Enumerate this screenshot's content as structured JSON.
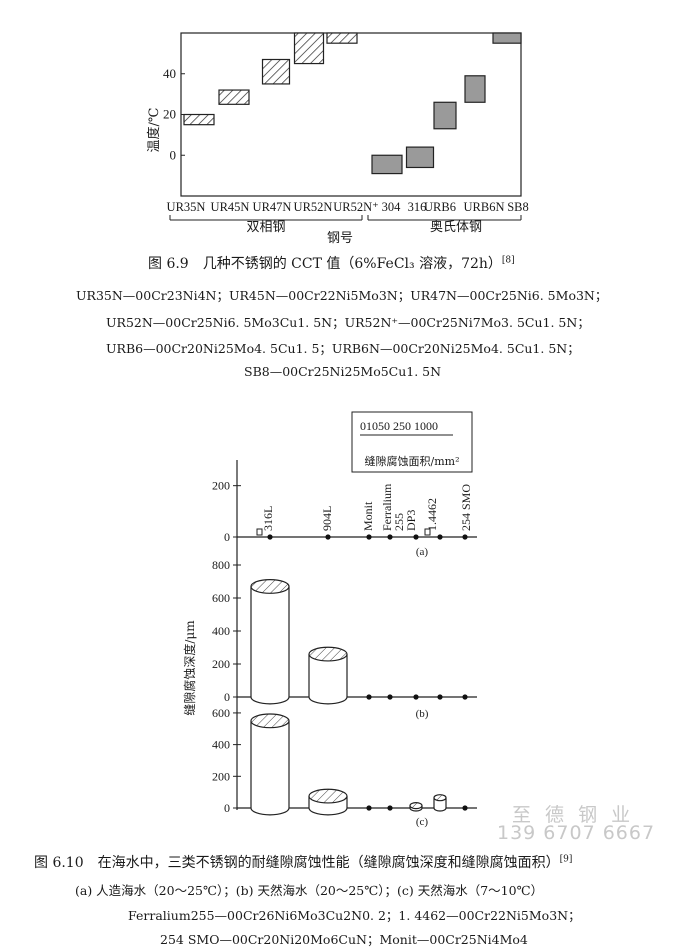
{
  "fig69": {
    "chart_data": {
      "type": "bar",
      "title": "",
      "ylabel": "温度/℃",
      "xlabel": "钢号",
      "ylim": [
        -20,
        60
      ],
      "yticks": [
        "40",
        "20",
        "0"
      ],
      "categories": [
        "UR35N",
        "UR45N",
        "UR47N",
        "UR52N",
        "UR52N⁺",
        "304",
        "316",
        "URB6",
        "URB6N",
        "SB8"
      ],
      "ranges": [
        [
          15,
          20
        ],
        [
          25,
          32
        ],
        [
          35,
          47
        ],
        [
          45,
          60
        ],
        [
          55,
          60
        ],
        [
          -9,
          0
        ],
        [
          -6,
          4
        ],
        [
          13,
          26
        ],
        [
          26,
          39
        ],
        [
          55,
          60
        ]
      ],
      "groups": [
        "双相钢",
        "奥氏体钢"
      ]
    },
    "caption": "图 6.9　几种不锈钢的 CCT 值（6%FeCl₃ 溶液，72h）",
    "caption_ref": "[8]",
    "notes": [
      "UR35N—00Cr23Ni4N；UR45N—00Cr22Ni5Mo3N；UR47N—00Cr25Ni6. 5Mo3N；",
      "UR52N—00Cr25Ni6. 5Mo3Cu1. 5N；UR52N⁺—00Cr25Ni7Mo3. 5Cu1. 5N；",
      "URB6—00Cr20Ni25Mo4. 5Cu1. 5；URB6N—00Cr20Ni25Mo4. 5Cu1. 5N；",
      "SB8—00Cr25Ni25Mo5Cu1. 5N"
    ]
  },
  "fig610": {
    "chart_data": [
      {
        "type": "scatter",
        "panel": "(a)",
        "ylim": [
          0,
          300
        ],
        "yticks": [
          "200",
          "0"
        ],
        "categories": [
          "316L",
          "904L",
          "Monit",
          "Ferralium 255",
          "DP3",
          "1.4462",
          "254 SMO"
        ],
        "depth": [
          0,
          0,
          0,
          0,
          0,
          0,
          0
        ]
      },
      {
        "type": "bar",
        "panel": "(b)",
        "ylim": [
          0,
          800
        ],
        "yticks": [
          "800",
          "600",
          "400",
          "200",
          "0"
        ],
        "categories": [
          "316L",
          "904L",
          "Monit",
          "Ferralium 255",
          "DP3",
          "1.4462",
          "254 SMO"
        ],
        "depth": [
          670,
          260,
          0,
          0,
          0,
          0,
          0
        ]
      },
      {
        "type": "bar",
        "panel": "(c)",
        "ylim": [
          0,
          650
        ],
        "yticks": [
          "600",
          "400",
          "200",
          "0"
        ],
        "categories": [
          "316L",
          "904L",
          "Monit",
          "Ferralium 255",
          "DP3",
          "1.4462",
          "254 SMO"
        ],
        "depth": [
          550,
          75,
          0,
          0,
          15,
          65,
          0
        ]
      }
    ],
    "ylabel": "缝隙腐蚀深度/μm",
    "legend_title": "缝隙腐蚀面积/mm²",
    "legend_scale": "01050 250 1000",
    "caption": "图 6.10　在海水中，三类不锈钢的耐缝隙腐蚀性能（缝隙腐蚀深度和缝隙腐蚀面积）",
    "caption_ref": "[9]",
    "notes": [
      "(a) 人造海水（20～25℃）；(b) 天然海水（20～25℃）；(c) 天然海水（7～10℃）",
      "Ferralium255—00Cr26Ni6Mo3Cu2N0. 2；1. 4462—00Cr22Ni5Mo3N；",
      "254 SMO—00Cr20Ni20Mo6CuN；Monit—00Cr25Ni4Mo4"
    ]
  },
  "watermark": {
    "line1": "至 德 钢 业",
    "line2": "139 6707 6667"
  }
}
